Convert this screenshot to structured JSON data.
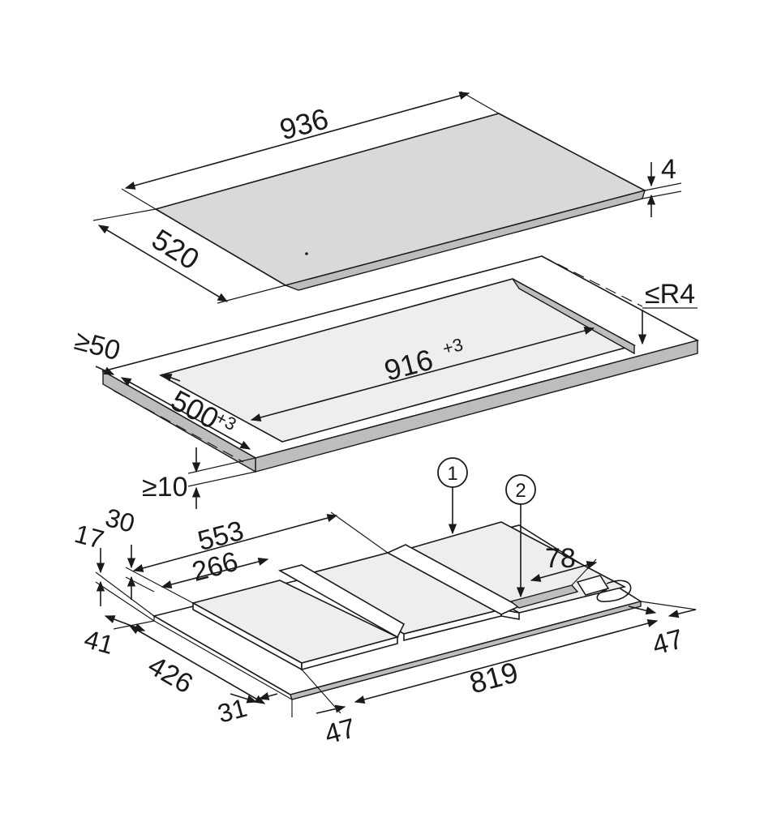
{
  "hob": {
    "width": "936",
    "depth": "520",
    "thickness": "4"
  },
  "cutout": {
    "radius": "≤R4",
    "front_clearance": "≥50",
    "width": "916",
    "width_tol": "+3",
    "depth": "500",
    "depth_tol": "+3",
    "worktop_min": "≥10"
  },
  "underside": {
    "d_17": "17",
    "d_30": "30",
    "d_553": "553",
    "d_266": "266",
    "d_78": "78",
    "d_41": "41",
    "d_426": "426",
    "d_31": "31",
    "d_47_bottom": "47",
    "d_819": "819",
    "d_47_right": "47",
    "callout_1": "1",
    "callout_2": "2"
  }
}
